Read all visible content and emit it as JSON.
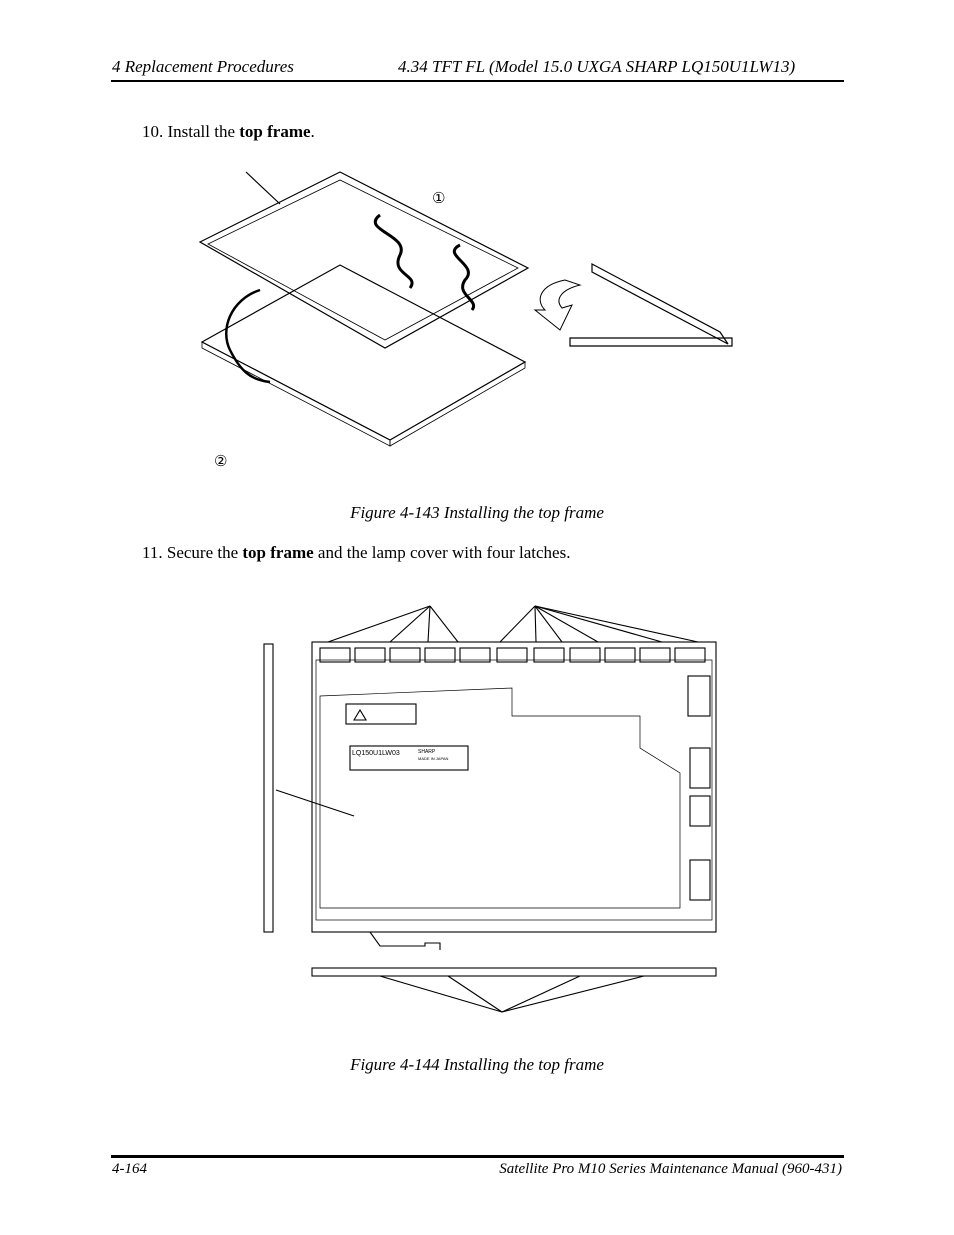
{
  "header": {
    "chapter": "4  Replacement Procedures",
    "section": "4.34  TFT FL (Model 15.0 UXGA SHARP LQ150U1LW13)"
  },
  "steps": [
    {
      "prefix": "10. Install the ",
      "bold": "top frame",
      "suffix": "."
    },
    {
      "prefix": "11. Secure the ",
      "bold": "top frame",
      "suffix": " and the lamp cover with four latches."
    }
  ],
  "figures": [
    {
      "caption": "Figure 4-143   Installing the top frame",
      "callouts": [
        "①",
        "②"
      ]
    },
    {
      "caption": "Figure 4-144   Installing the top frame",
      "label_model": "LQ150U1LW03",
      "label_brand": "SHARP",
      "label_origin": "MADE IN JAPAN"
    }
  ],
  "footer": {
    "page": "4-164",
    "manual": "Satellite Pro M10 Series Maintenance Manual (960-431)"
  }
}
